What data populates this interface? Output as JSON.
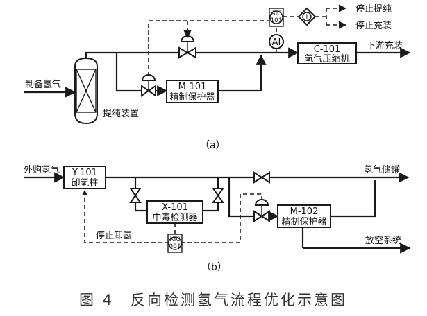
{
  "panel_a": {
    "sub_label": "（a）",
    "feed_label": "制备氢气",
    "purifier_label": "提纯装置",
    "ai_label": "AI",
    "aic_tag_top": "AIC",
    "aic_tag_bottom": "101",
    "interlock_label": "I",
    "stop_purify_label": "停止提纯",
    "stop_fill_label": "停止充装",
    "compressor_tag": "C-101",
    "compressor_name": "氢气压缩机",
    "protector_tag": "M-101",
    "protector_name": "精制保护器",
    "downstream_label": "下游充装"
  },
  "panel_b": {
    "sub_label": "（b）",
    "feed_label": "外购氢气",
    "unloader_tag": "Y-101",
    "unloader_name": "卸氢柱",
    "detector_tag": "X-101",
    "detector_name": "中毒检测器",
    "protector_tag": "M-102",
    "protector_name": "精制保护器",
    "storage_label": "氢气储罐",
    "vent_label": "放空系统",
    "stop_unload_label": "停止卸氢",
    "xic_tag_top": "XIC",
    "xic_tag_bottom": "001"
  },
  "caption": "图 4　反向检测氢气流程优化示意图"
}
